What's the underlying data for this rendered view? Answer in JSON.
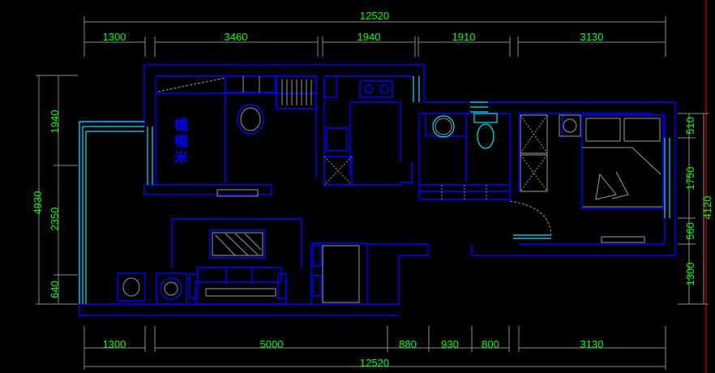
{
  "drawing": {
    "colors": {
      "wall": "#0000ff",
      "dimension_text": "#00ff00",
      "dimension_line": "#8c8c8c",
      "fixture": "#00e5ff",
      "background": "#000000"
    },
    "top_dimensions": {
      "total": "12520",
      "segments": [
        "1300",
        "3460",
        "1940",
        "1910",
        "3130"
      ]
    },
    "bottom_dimensions": {
      "total": "12520",
      "segments": [
        "1300",
        "5000",
        "880",
        "930",
        "800",
        "3130"
      ]
    },
    "left_dimensions": {
      "total": "4930",
      "segments": [
        "1940",
        "2350",
        "640"
      ]
    },
    "right_dimensions": {
      "total": "4120",
      "segments": [
        "510",
        "1750",
        "560",
        "1300"
      ]
    },
    "room_label": [
      "榻",
      "榻",
      "米"
    ]
  }
}
